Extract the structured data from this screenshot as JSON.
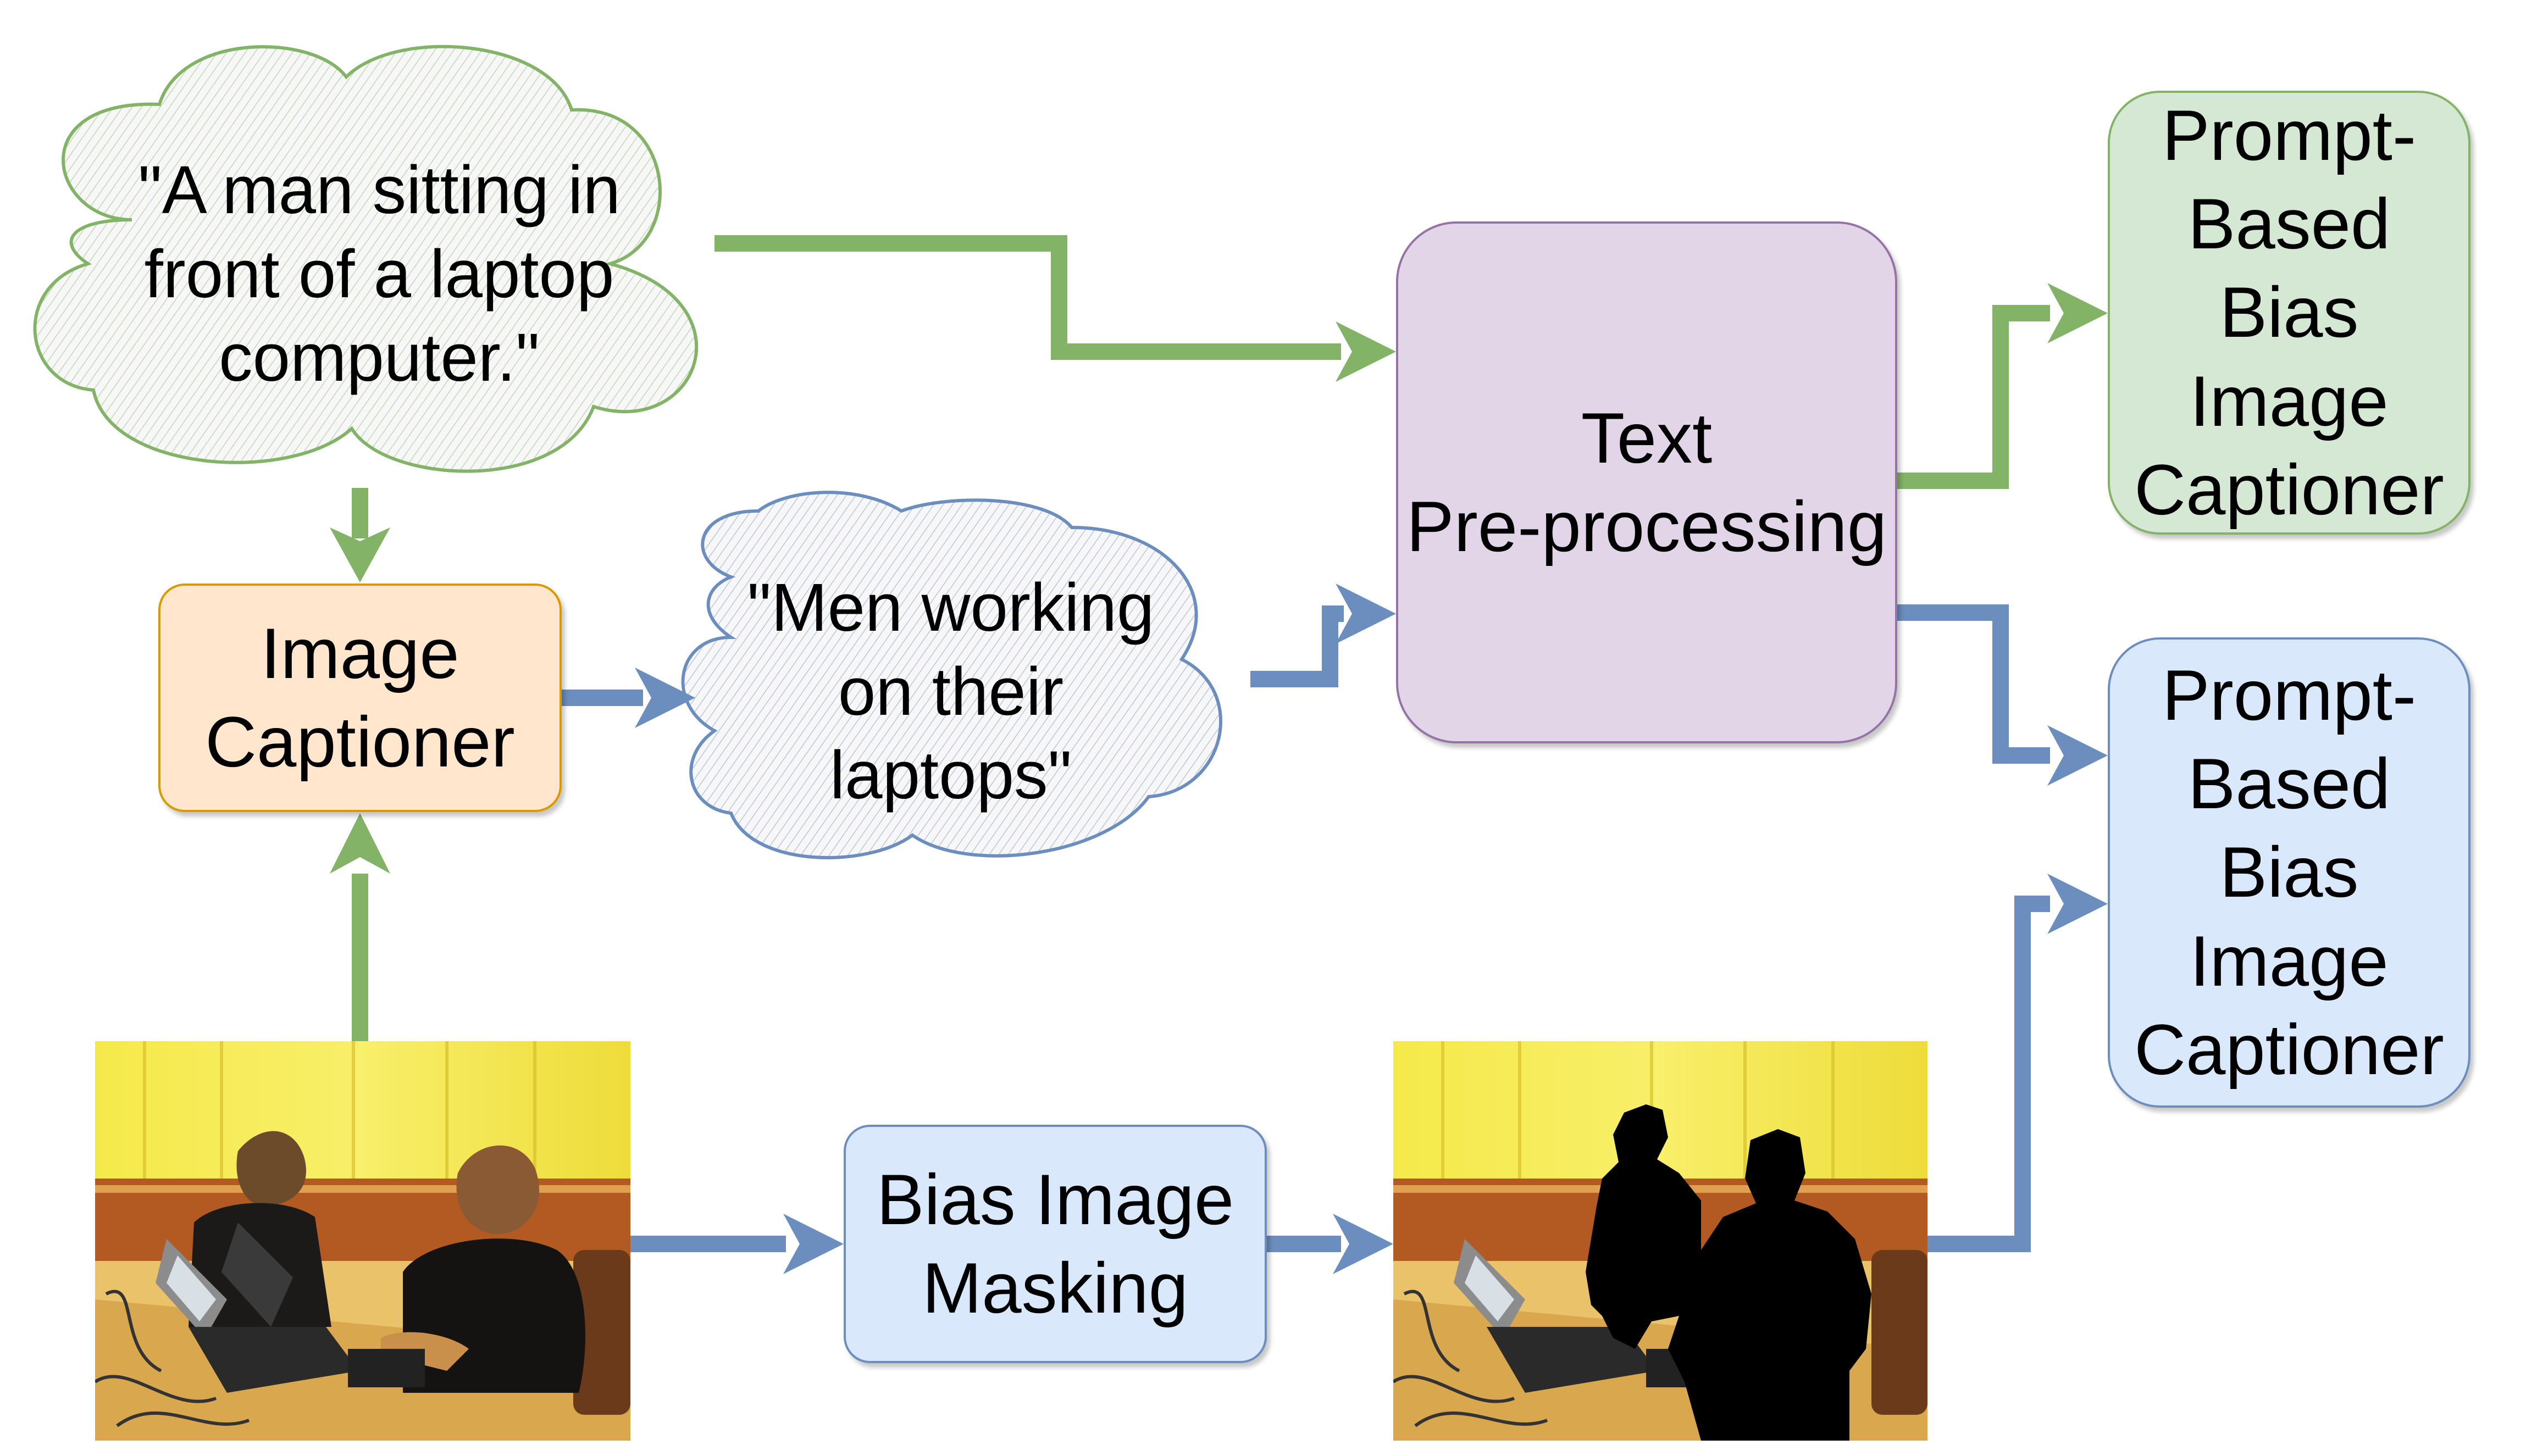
{
  "nodes": {
    "input_caption": "\"A man sitting in\nfront of a laptop\ncomputer.\"",
    "image_captioner": "Image\nCaptioner",
    "generated_caption": "\"Men working\non their\nlaptops\"",
    "text_preprocessing": "Text\nPre-processing",
    "bias_image_masking": "Bias Image\nMasking",
    "captioner_text": "Prompt-\nBased\nBias\nImage\nCaptioner",
    "captioner_image": "Prompt-\nBased\nBias\nImage\nCaptioner"
  },
  "colors": {
    "green_arrow": "#82b366",
    "blue_arrow": "#6c8ebf",
    "orange_fill": "#ffe6cc",
    "orange_stroke": "#d79b00",
    "purple_fill": "#e1d5e7",
    "purple_stroke": "#9673a6",
    "green_fill": "#d5e8d4",
    "blue_fill": "#dae8fc",
    "cloud_green": "#82b366",
    "cloud_blue": "#6c8ebf"
  },
  "images": {
    "original_photo": "two-men-at-laptops-photo",
    "masked_photo": "masked-people-photo"
  }
}
